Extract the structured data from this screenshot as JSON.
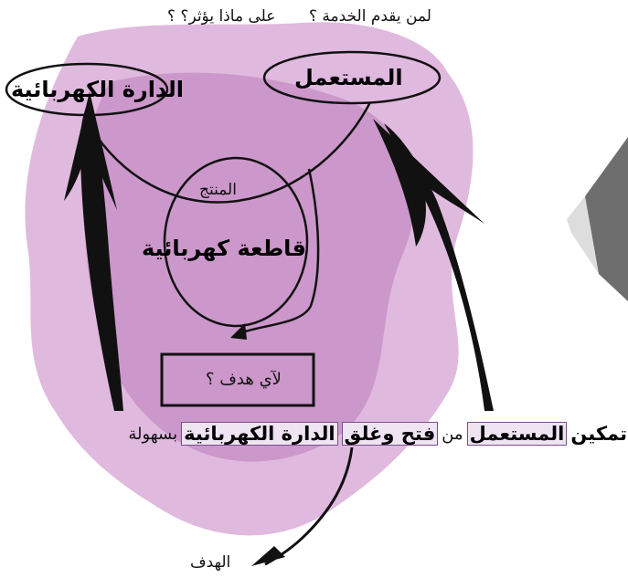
{
  "colors": {
    "blob": "#c67fc3",
    "blob_dark": "#a65aa5",
    "ink": "#111111",
    "highlight_border": "#7a4f8c",
    "highlight_fill": "#efe4f2"
  },
  "questions": {
    "affects": "على ماذا يؤثر؟ ؟",
    "serves": "لمن يقدم الخدمة ؟"
  },
  "nodes": {
    "circuit": "الدارة الكهربائية",
    "user": "المستعمل",
    "product_caption": "المنتج",
    "product": "قاطعة كهربائية",
    "purpose": "لآي هدف ؟"
  },
  "sentence": {
    "w1": "تمكين",
    "w2": "المستعمل",
    "w3": "من",
    "w4": "فتح وغلق",
    "w5": "الدارة الكهربائية",
    "w6": "بسهولة"
  },
  "goal_label": "الهدف"
}
